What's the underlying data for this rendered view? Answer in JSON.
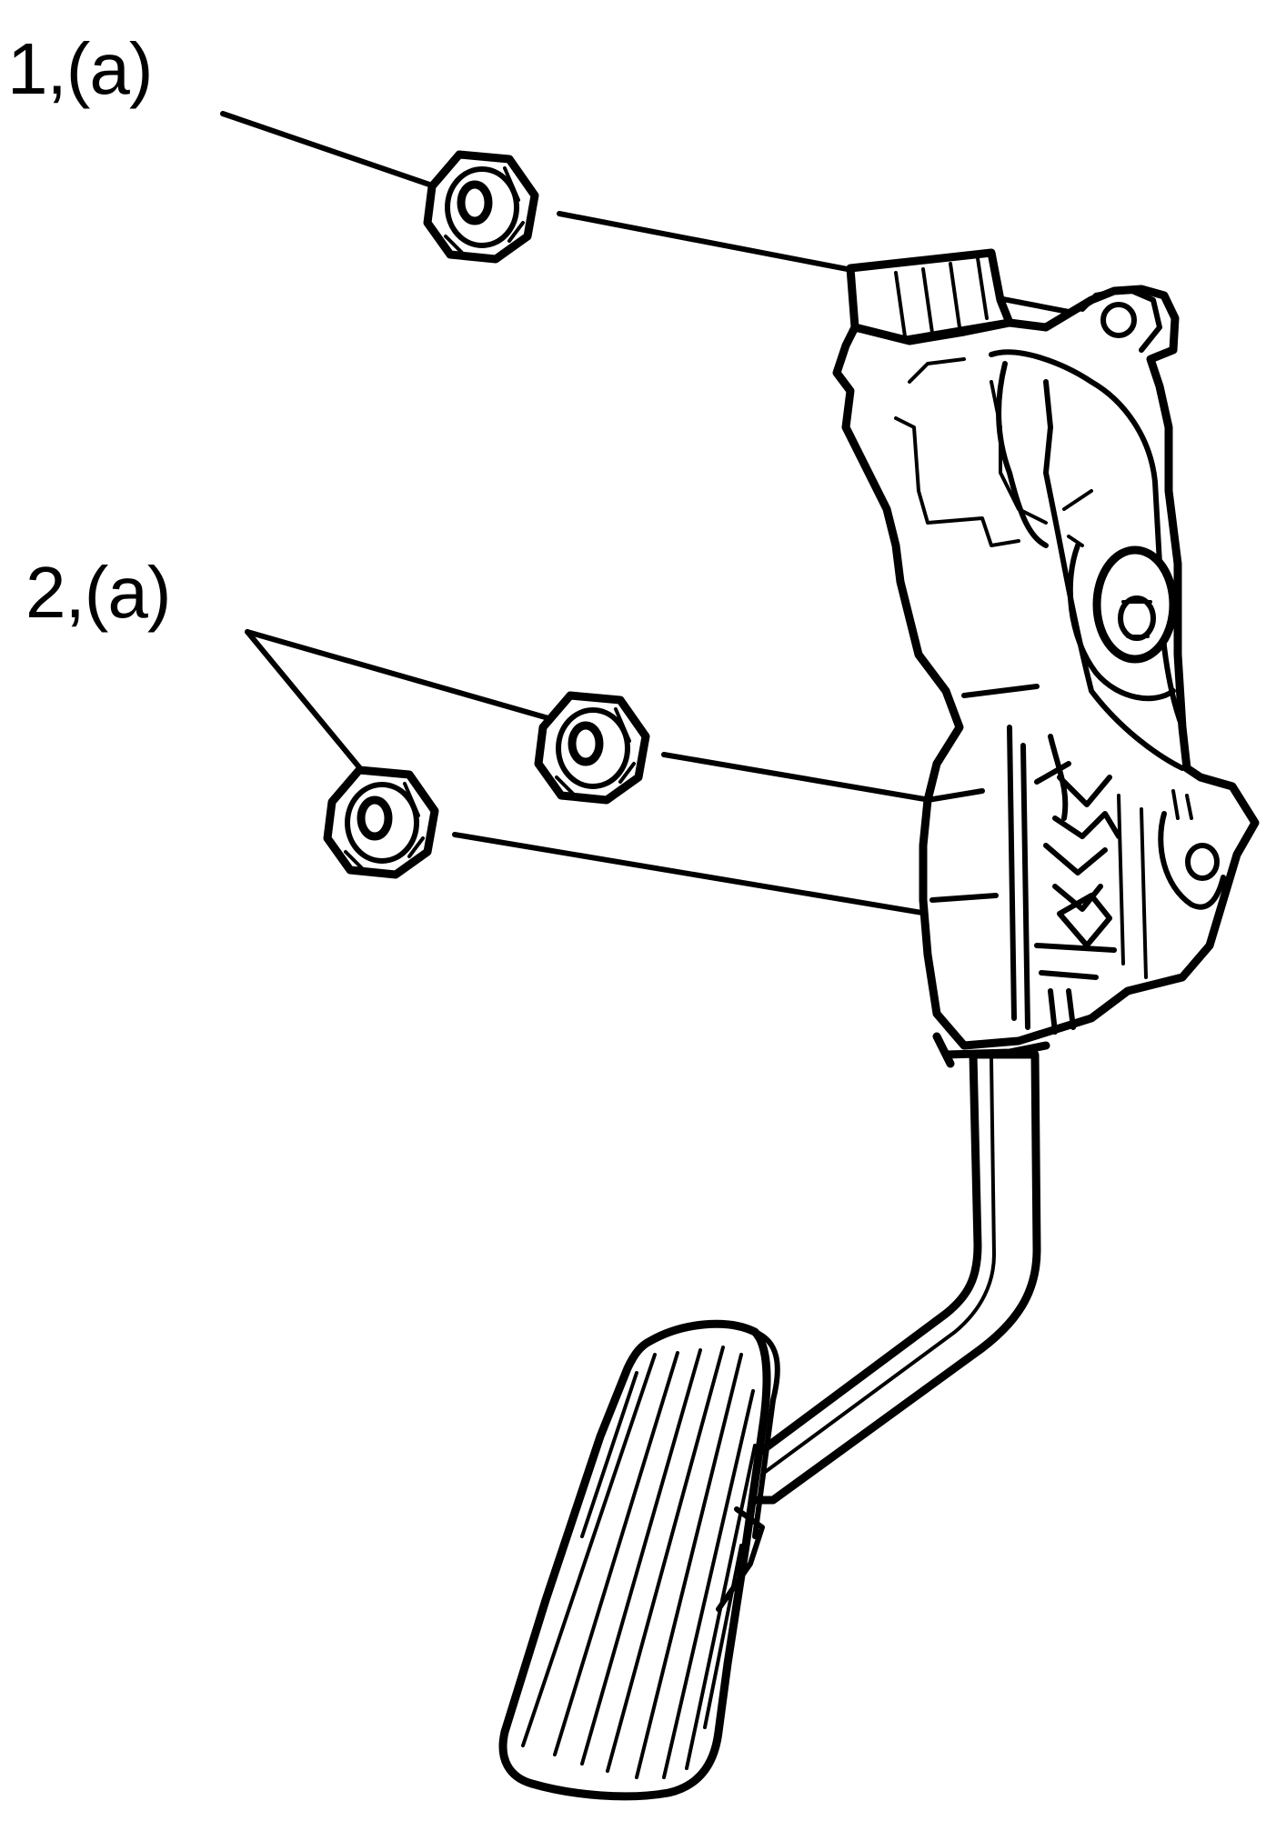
{
  "callouts": [
    {
      "id": "1",
      "text": "1,(a)"
    },
    {
      "id": "2",
      "text": "2,(a)"
    }
  ],
  "colors": {
    "ink": "#000000",
    "background": "#ffffff"
  }
}
